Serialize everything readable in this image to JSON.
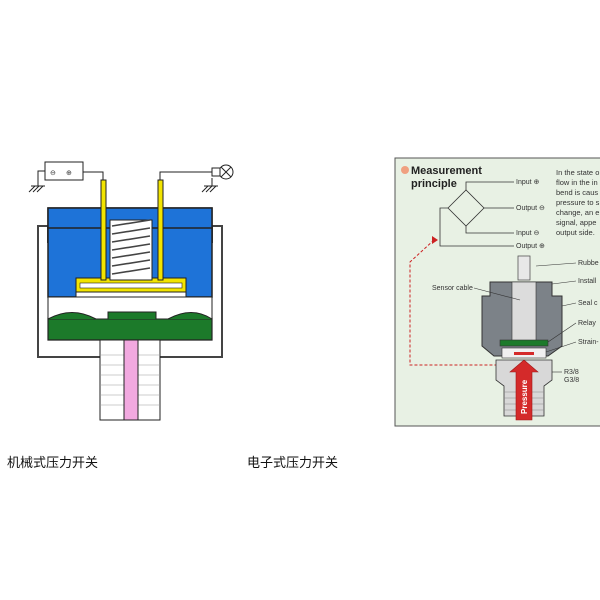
{
  "captions": {
    "mechanical": "机械式压力开关",
    "electronic": "电子式压力开关"
  },
  "mechanical_diagram": {
    "battery_symbols": {
      "minus": "⊖",
      "plus": "⊕"
    }
  },
  "electronic_diagram": {
    "title_line1": "Measurement",
    "title_line2": "principle",
    "bridge_labels": {
      "input_plus": "Input ⊕",
      "output_minus": "Output ⊖",
      "input_minus": "Input ⊖",
      "output_plus": "Output ⊕"
    },
    "part_labels": {
      "sensor_cable": "Sensor cable",
      "rubber": "Rubbe",
      "install": "Install",
      "seal": "Seal c",
      "relay": "Relay",
      "strain": "Strain-",
      "r38": "R3/8",
      "g38": "G3/8",
      "pressure": "Pressure"
    },
    "description_lines": [
      "In the state o",
      "flow in the in",
      "bend is caus",
      "pressure to s",
      "change, an e",
      "signal, appe",
      "output side."
    ],
    "colors": {
      "panel_bg": "#e8f1e4",
      "housing": "#7c8288",
      "pressure_arrow": "#d42a2a",
      "title_dot": "#f0a080"
    }
  },
  "colors": {
    "housing_blue": "#1e73d8",
    "diaphragm_green": "#1c7a2a",
    "pin_yellow": "#f2e400",
    "spring_gray": "#b0b0b0",
    "stem_pink": "#f2a9e0"
  }
}
